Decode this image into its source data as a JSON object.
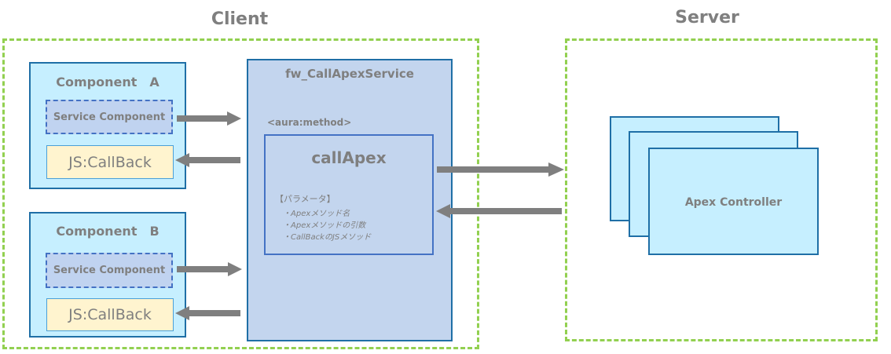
{
  "client": {
    "title": "Client"
  },
  "server": {
    "title": "Server"
  },
  "component_a": {
    "title": "Component　A",
    "service": "Service Component",
    "callback": "JS:CallBack"
  },
  "component_b": {
    "title": "Component　B",
    "service": "Service Component",
    "callback": "JS:CallBack"
  },
  "call_service": {
    "title": "fw_CallApexService",
    "aura_method": "<aura:method>",
    "callapex": {
      "title": "callApex",
      "params_title": "【パラメータ】",
      "params": [
        "・Apexメソッド名",
        "・Apexメソッドの引数",
        "・CallBackのJSメソッド"
      ]
    }
  },
  "apex_controller": {
    "label": "Apex Controller"
  },
  "colors": {
    "region_border": "#92d050",
    "box_border": "#1f6fa6",
    "component_fill": "#c6efff",
    "service_fill": "#c3d5ee",
    "callback_fill": "#fff4cf",
    "arrow": "#7f7f7f"
  }
}
